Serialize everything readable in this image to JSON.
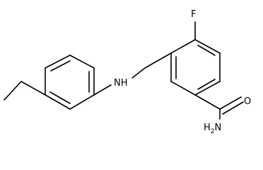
{
  "structure": {
    "atoms": {
      "fluorine": "F",
      "amine": "NH",
      "carbonyl_oxygen": "O",
      "amide_nitrogen": "H2N"
    }
  }
}
